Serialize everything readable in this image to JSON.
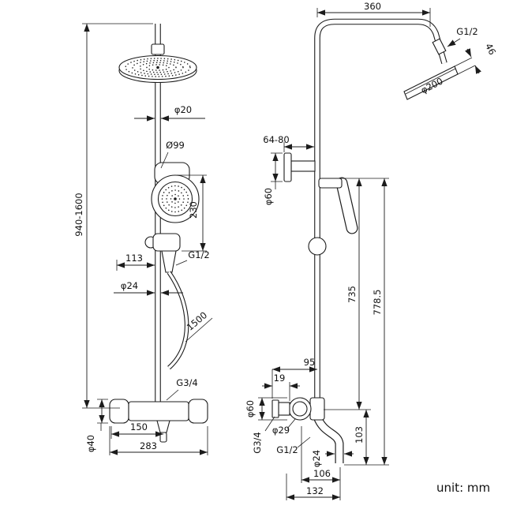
{
  "meta": {
    "unit_note": "unit: mm"
  },
  "front_view": {
    "dim_height_range": "940-1600",
    "dim_pipe_diameter": "φ20",
    "dim_handshower_diameter": "Ø99",
    "dim_handshower_offset": "230",
    "dim_bracket_width": "113",
    "label_hose_thread": "G1/2",
    "dim_rail_diameter": "φ24",
    "dim_hose_length": "1500",
    "label_inlet_thread": "G3/4",
    "dim_outlet_offset": "150",
    "dim_mixer_width": "283",
    "dim_handle_diameter": "φ40"
  },
  "side_view": {
    "dim_arm_reach": "360",
    "label_head_thread": "G1/2",
    "dim_head_thickness": "46",
    "dim_head_diameter": "φ200",
    "dim_wall_clearance": "64-80",
    "dim_wall_bracket_diameter": "φ60",
    "dim_rail_height": "735",
    "dim_overall_height": "778.5",
    "dim_body_reach": "95",
    "dim_wall_plate_depth": "19",
    "dim_escutcheon_diameter": "φ60",
    "label_wall_thread": "G3/4",
    "dim_cartridge_diameter": "φ29",
    "label_spout_thread": "G1/2",
    "dim_spout_diameter": "φ24",
    "dim_spout_drop": "103",
    "dim_spout_reach": "106",
    "dim_body_depth": "132"
  }
}
